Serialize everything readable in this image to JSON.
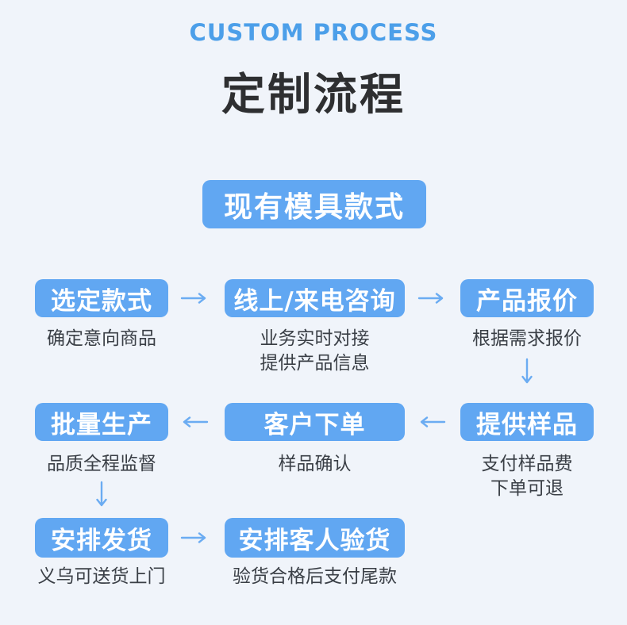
{
  "header": {
    "subtitle": "CUSTOM PROCESS",
    "title": "定制流程"
  },
  "banner": {
    "label": "现有模具款式"
  },
  "flow": {
    "rows": [
      {
        "direction": "right",
        "steps": [
          {
            "label": "选定款式",
            "caption": [
              "确定意向商品"
            ]
          },
          {
            "label": "线上/来电咨询",
            "caption": [
              "业务实时对接",
              "提供产品信息"
            ]
          },
          {
            "label": "产品报价",
            "caption": [
              "根据需求报价"
            ]
          }
        ]
      },
      {
        "direction": "left",
        "steps": [
          {
            "label": "批量生产",
            "caption": [
              "品质全程监督"
            ]
          },
          {
            "label": "客户下单",
            "caption": [
              "样品确认"
            ]
          },
          {
            "label": "提供样品",
            "caption": [
              "支付样品费",
              "下单可退"
            ]
          }
        ]
      },
      {
        "direction": "right",
        "steps": [
          {
            "label": "安排发货",
            "caption": [
              "义乌可送货上门"
            ]
          },
          {
            "label": "安排客人验货",
            "caption": [
              "验货合格后支付尾款"
            ]
          }
        ]
      }
    ]
  },
  "colors": {
    "background": "#F0F4FA",
    "box_blue": "#61A7F2",
    "subtitle_blue": "#4C9FE9",
    "arrow_blue": "#6BACF2",
    "title_dark": "#2E2F31",
    "caption_dark": "#3A3F46",
    "box_text": "#FFFFFF"
  }
}
